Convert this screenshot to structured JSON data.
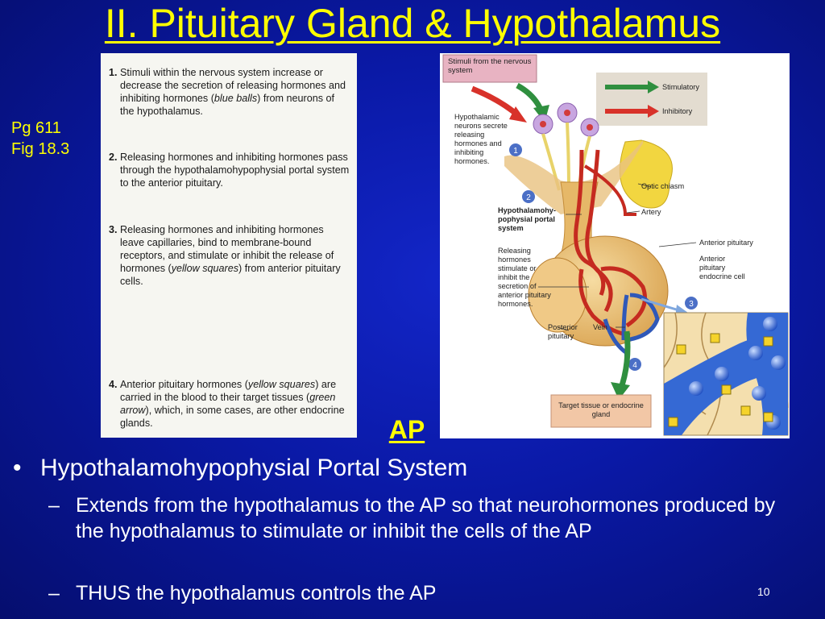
{
  "slide": {
    "title": "II. Pituitary Gland & Hypothalamus",
    "page_ref_line1": "Pg 611",
    "page_ref_line2": "Fig 18.3",
    "ap_label": "AP",
    "slide_number": "10"
  },
  "steps": [
    {
      "num": "1.",
      "pre": "Stimuli within the nervous system increase or decrease the secretion of releasing hormones and inhibiting hormones (",
      "em": "blue balls",
      "post": ") from neurons of the hypothalamus."
    },
    {
      "num": "2.",
      "pre": "Releasing hormones and inhibiting hormones pass through the hypothalamohypophysial portal system to the anterior pituitary.",
      "em": "",
      "post": ""
    },
    {
      "num": "3.",
      "pre": "Releasing hormones and inhibiting hormones leave capillaries, bind to membrane-bound receptors, and stimulate or inhibit the release of hormones (",
      "em": "yellow squares",
      "post": ") from anterior pituitary cells."
    },
    {
      "num": "4.",
      "pre": "Anterior pituitary hormones (",
      "em": "yellow squares",
      "post": ") are carried in the blood to their target tissues (",
      "em2": "green arrow",
      "post2": "), which, in some cases, are other endocrine glands."
    }
  ],
  "figure": {
    "stimuli_box": "Stimuli from the nervous system",
    "legend_stimulatory": "Stimulatory",
    "legend_inhibitory": "Inhibitory",
    "hypothalamic_neurons": "Hypothalamic neurons secrete releasing hormones and inhibiting hormones.",
    "portal_system": "Hypothalamohy-pophysial portal system",
    "releasing_hormones": "Releasing hormones stimulate or inhibit the secretion of anterior pituitary hormones.",
    "optic_chiasm": "Optic chiasm",
    "artery": "Artery",
    "anterior_pituitary": "Anterior pituitary",
    "endocrine_cell": "Anterior pituitary endocrine cell",
    "posterior_pituitary": "Posterior pituitary",
    "vein": "Vein",
    "target_tissue": "Target tissue or endocrine gland",
    "markers": [
      "1",
      "2",
      "3",
      "4"
    ],
    "colors": {
      "stimulatory": "#2f8f3f",
      "inhibitory": "#d8322a",
      "stimuli_box": "#e8b3c2",
      "target_box": "#f2c7a6",
      "vessel_red": "#c52a20",
      "vessel_blue": "#2f58b8"
    }
  },
  "bullets": {
    "main": "Hypothalamohypophysial Portal System",
    "sub1": "Extends from the hypothalamus to the AP so that neurohormones produced by the hypothalamus to stimulate or inhibit the cells of the AP",
    "sub2": "THUS the hypothalamus controls the AP"
  }
}
